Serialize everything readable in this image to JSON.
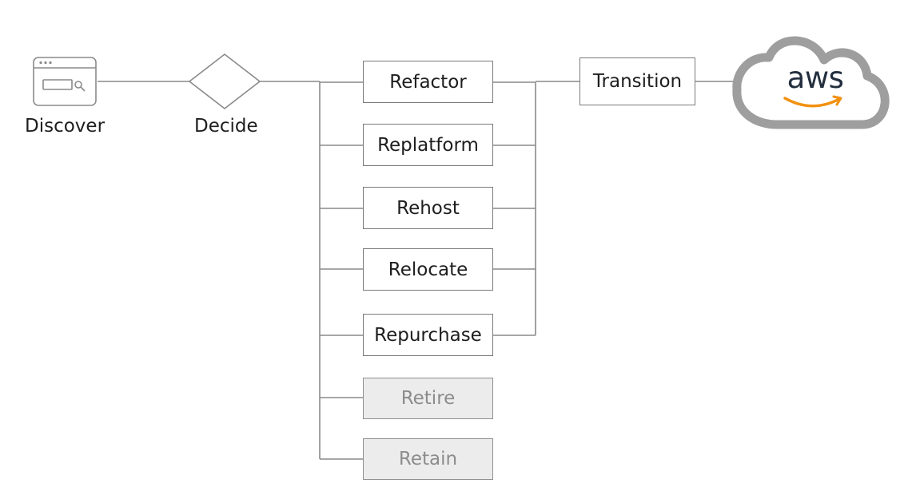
{
  "start": {
    "label": "Discover",
    "icon": "browser-search-icon"
  },
  "decision": {
    "label": "Decide"
  },
  "strategies": [
    {
      "label": "Refactor",
      "active": true
    },
    {
      "label": "Replatform",
      "active": true
    },
    {
      "label": "Rehost",
      "active": true
    },
    {
      "label": "Relocate",
      "active": true
    },
    {
      "label": "Repurchase",
      "active": true
    },
    {
      "label": "Retire",
      "active": false
    },
    {
      "label": "Retain",
      "active": false
    }
  ],
  "transition": {
    "label": "Transition"
  },
  "destination": {
    "logo_text": "aws",
    "icon": "aws-cloud-icon"
  },
  "colors": {
    "line": "#8a8a8a",
    "box_border": "#7a7a7a",
    "muted_fill": "#ececec",
    "muted_text": "#8c8c8c",
    "cloud_outline": "#9a9a9a",
    "aws_text": "#232f3e",
    "aws_smile": "#f29111"
  }
}
